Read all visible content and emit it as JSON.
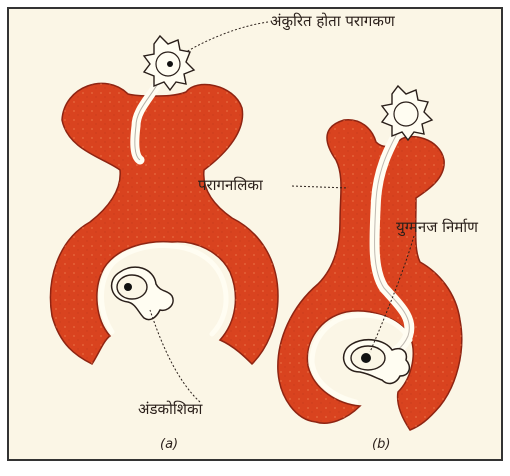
{
  "diagram": {
    "labels": {
      "germinating_pollen": "अंकुरित होता परागकण",
      "pollen_tube": "परागनलिका",
      "zygote_formation": "युग्मनज निर्माण",
      "ovule": "अंडकोशिका",
      "panel_a": "(a)",
      "panel_b": "(b)"
    },
    "colors": {
      "background": "#fbf6e6",
      "ovary_red": "#d9431f",
      "ovary_edge": "#8e2412",
      "tube_cream": "#fffdf2",
      "outline": "#2a1f1a",
      "frame": "#333333"
    }
  }
}
